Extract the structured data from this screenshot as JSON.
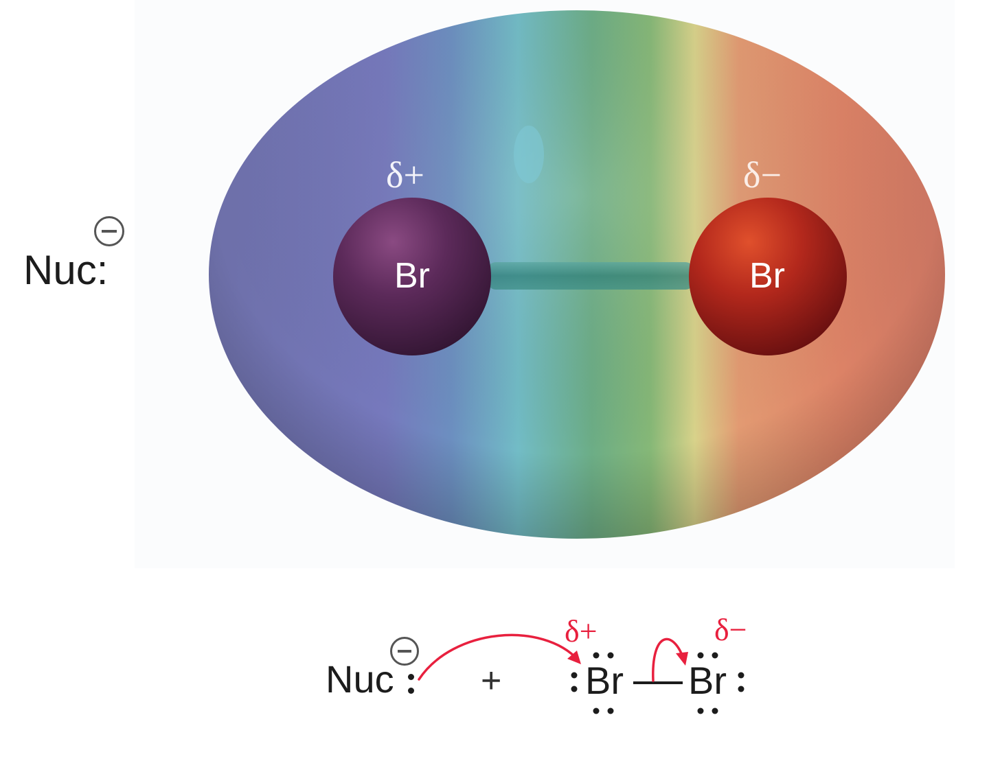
{
  "top_diagram": {
    "nucleophile": {
      "label": "Nuc:",
      "charge_symbol": "⊖"
    },
    "left_atom": {
      "label": "Br",
      "partial_charge": "δ+",
      "color": "#5a2a58"
    },
    "right_atom": {
      "label": "Br",
      "partial_charge": "δ−",
      "color": "#b3281c"
    },
    "surface_gradient": [
      "#6f74b4",
      "#7a7fc4",
      "#6fb8c4",
      "#6cae82",
      "#d6cf86",
      "#d9866a",
      "#c8705c"
    ]
  },
  "bottom_equation": {
    "nucleophile": "Nuc",
    "charge_symbol": "⊖",
    "plus": "+",
    "left_br": "Br",
    "right_br": "Br",
    "left_partial": "δ+",
    "right_partial": "δ−",
    "arrow_color": "#e8203e"
  }
}
